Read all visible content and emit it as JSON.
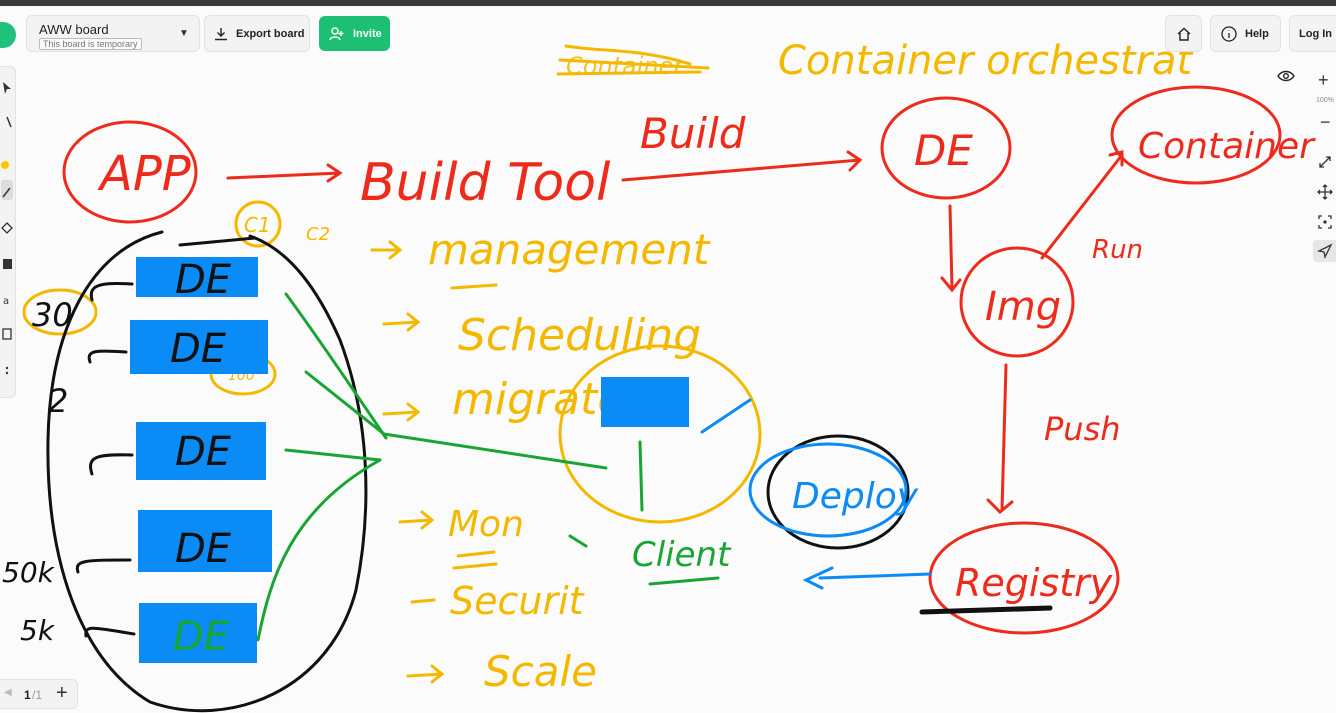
{
  "header": {
    "board_name": "AWW board",
    "board_status": "This board is temporary",
    "export_label": "Export board",
    "invite_label": "Invite",
    "help_label": "Help",
    "login_label": "Log In"
  },
  "zoom": {
    "level": "100%"
  },
  "pager": {
    "current": "1",
    "separator": "/1"
  },
  "canvas": {
    "scribbled_word": "Container",
    "heading": "Container orchestrat",
    "app": "APP",
    "build_tool": "Build Tool",
    "build": "Build",
    "de_label": "DE",
    "container": "Container",
    "run": "Run",
    "img": "Img",
    "push": "Push",
    "registry": "Registry",
    "deploy": "Deploy",
    "client": "Client",
    "c1": "C1",
    "c2": "C2",
    "num_30": "30",
    "num_100": "100",
    "left_200": "2",
    "left_50k": "50k",
    "left_5k": "5k",
    "node_label": "DE",
    "features": [
      "management",
      "Scheduling",
      "migrate",
      "Mon",
      "Securit",
      "Scale"
    ]
  },
  "colors": {
    "red": "#ee2a1b",
    "yellow": "#f5b800",
    "green": "#19a534",
    "blue": "#0a8bf5",
    "black": "#111111",
    "accent": "#1dbf73"
  }
}
